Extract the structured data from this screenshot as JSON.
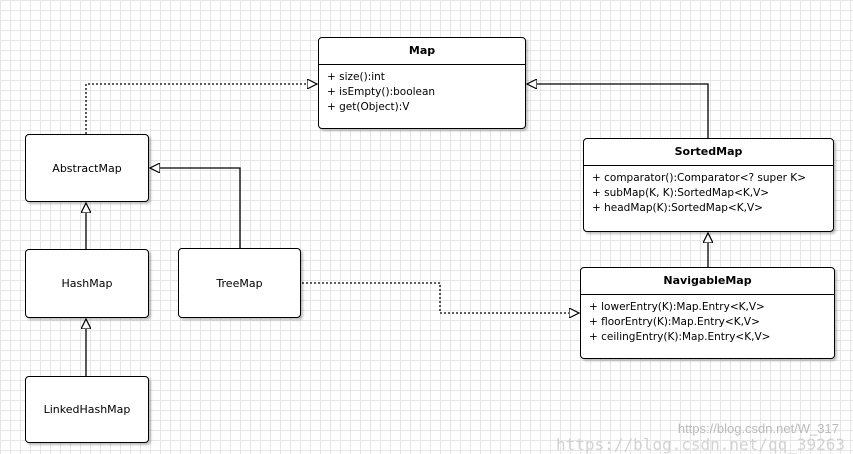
{
  "colors": {
    "grid": "#e6e6e6",
    "stroke": "#000000",
    "box_fill": "#ffffff"
  },
  "classes": {
    "map": {
      "title": "Map",
      "members": [
        "+ size():int",
        "+ isEmpty():boolean",
        "+ get(Object):V"
      ]
    },
    "sorted_map": {
      "title": "SortedMap",
      "members": [
        "+ comparator():Comparator<? super K>",
        "+ subMap(K, K):SortedMap<K,V>",
        "+ headMap(K):SortedMap<K,V>"
      ]
    },
    "navigable_map": {
      "title": "NavigableMap",
      "members": [
        "+ lowerEntry(K):Map.Entry<K,V>",
        "+ floorEntry(K):Map.Entry<K,V>",
        "+ ceilingEntry(K):Map.Entry<K,V>"
      ]
    },
    "abstract_map": {
      "title": "AbstractMap"
    },
    "hash_map": {
      "title": "HashMap"
    },
    "tree_map": {
      "title": "TreeMap"
    },
    "linked_hash_map": {
      "title": "LinkedHashMap"
    }
  },
  "watermark": {
    "primary": "https://blog.csdn.net/W_317",
    "secondary": "https://blog.csdn.net/qq_39263"
  }
}
